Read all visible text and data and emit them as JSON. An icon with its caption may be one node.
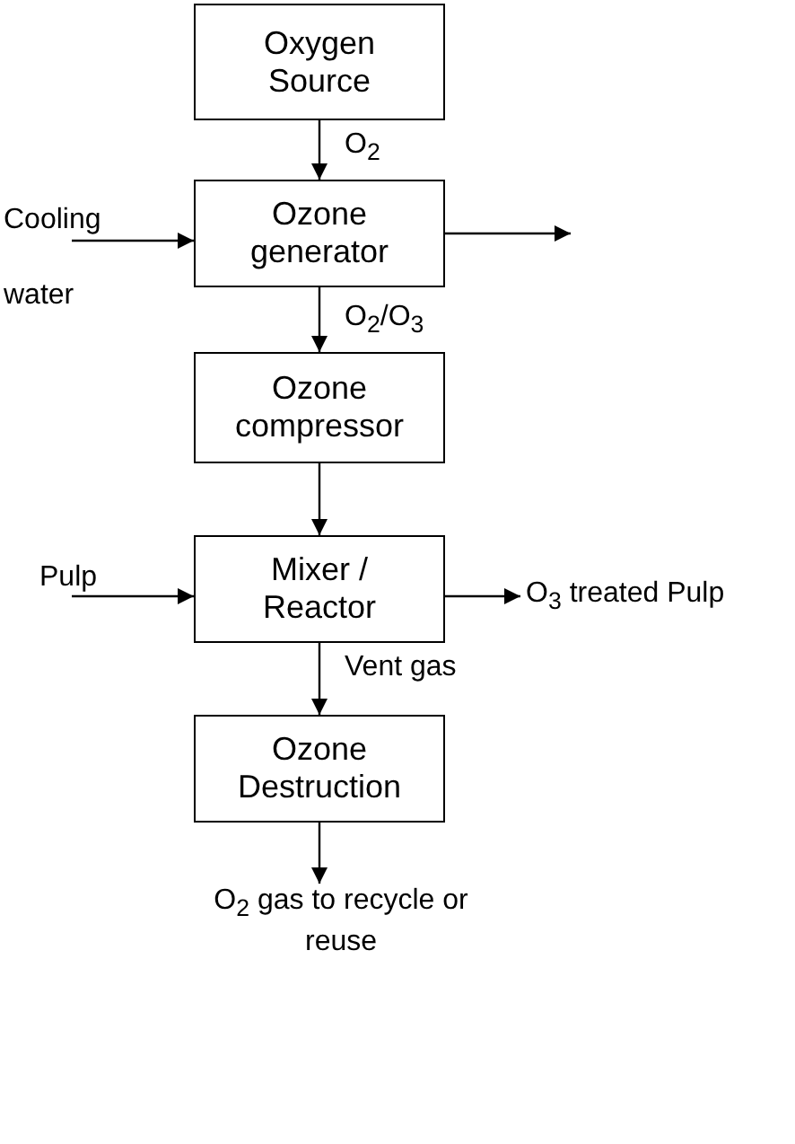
{
  "diagram": {
    "nodes": [
      {
        "text": [
          "Oxygen Source"
        ]
      },
      {
        "text": [
          "Ozone generator"
        ]
      },
      {
        "text": [
          "Ozone compressor"
        ]
      },
      {
        "text": [
          "Mixer / Reactor"
        ]
      },
      {
        "text": [
          "Ozone Destruction"
        ]
      }
    ],
    "edges": [
      {
        "from": 0,
        "to": 1,
        "arrow": "to",
        "label": "O$_{2}$"
      },
      {
        "from": null,
        "to": 1,
        "arrow": "to",
        "label": "Cooling water"
      },
      {
        "from": 1,
        "to": null,
        "arrow": "to"
      },
      {
        "from": 1,
        "to": 2,
        "arrow": "to",
        "label": "O$_{2}$/O$_{3}$"
      },
      {
        "from": 2,
        "to": 3,
        "arrow": "to"
      },
      {
        "from": null,
        "to": 3,
        "arrow": "to",
        "label": "Pulp"
      },
      {
        "from": 3,
        "to": null,
        "arrow": "to",
        "label": "O$_{3}$ treated Pulp"
      },
      {
        "from": 3,
        "to": 4,
        "arrow": "to",
        "label": "Vent gas"
      },
      {
        "from": 4,
        "to": null,
        "arrow": "to",
        "label": "O$_{2}$ gas to recycle or reuse"
      }
    ]
  }
}
